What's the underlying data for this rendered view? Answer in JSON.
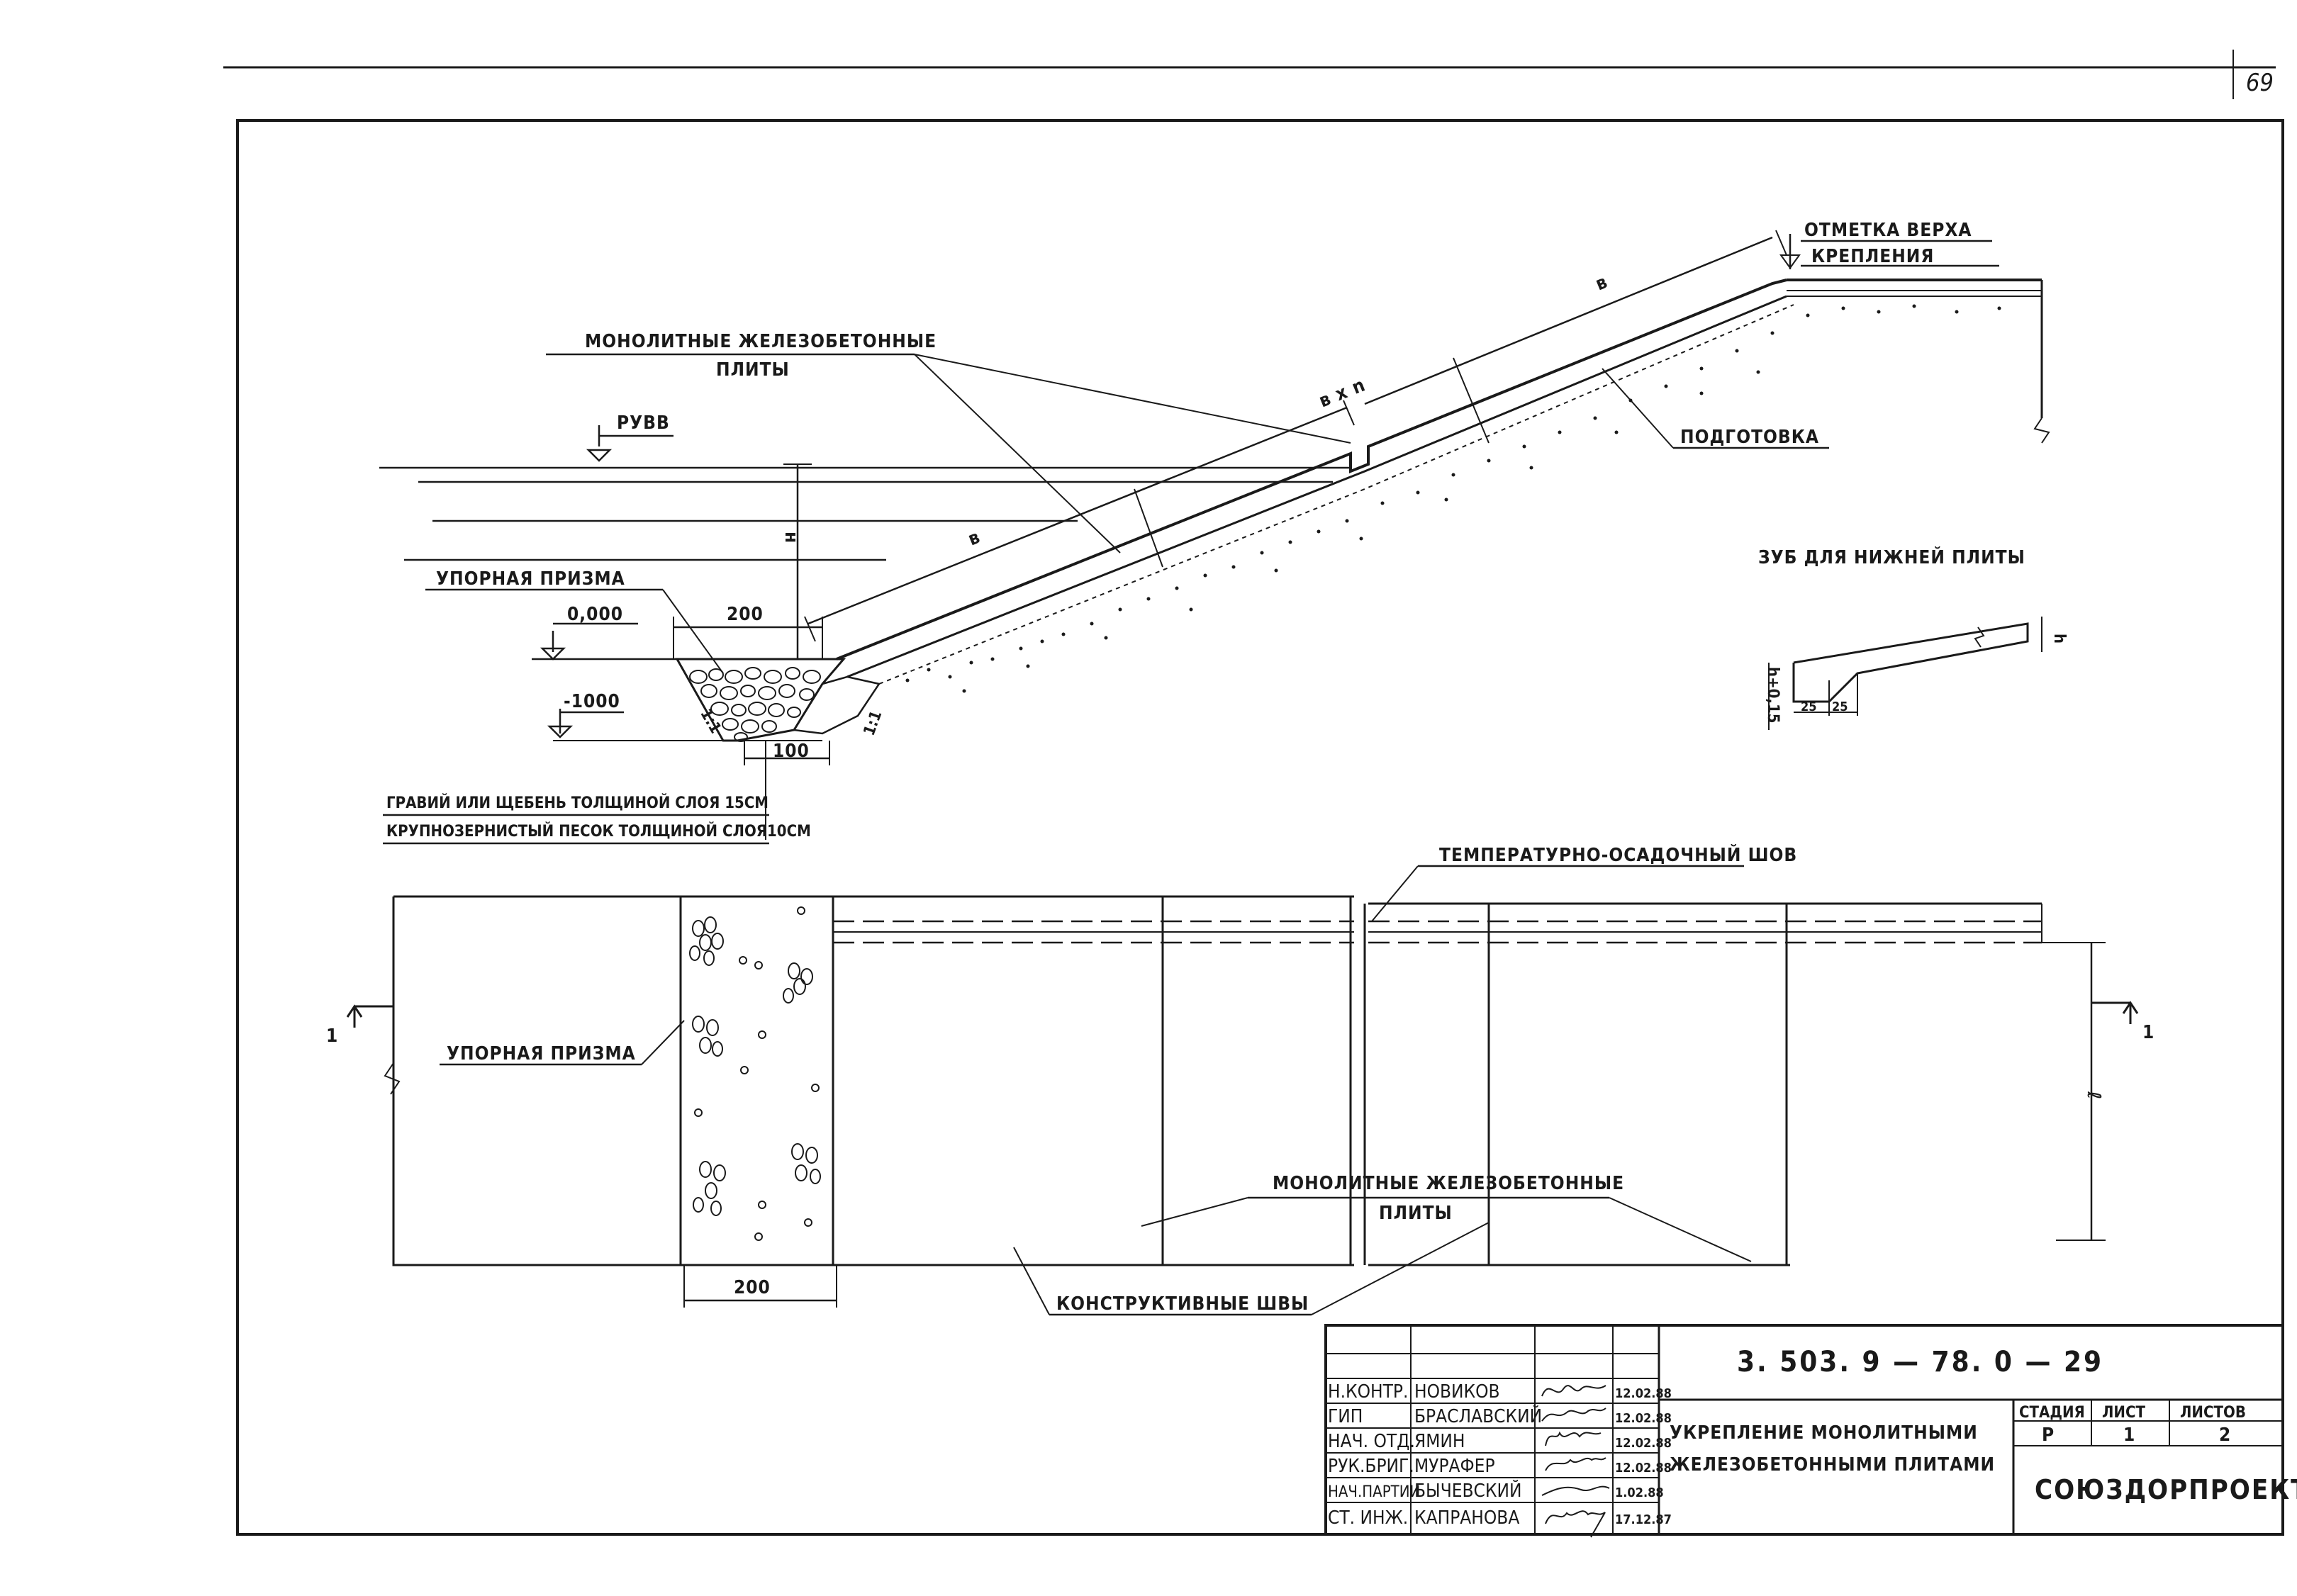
{
  "page_number": "69",
  "section": {
    "top_mark_line1": "ОТМЕТКА ВЕРХА",
    "top_mark_line2": "КРЕПЛЕНИЯ",
    "slabs_line1": "МОНОЛИТНЫЕ ЖЕЛЕЗОБЕТОННЫЕ",
    "slabs_line2": "ПЛИТЫ",
    "water_level": "РУВВ",
    "prep": "ПОДГОТОВКА",
    "tooth_title": "ЗУБ ДЛЯ НИЖНЕЙ ПЛИТЫ",
    "thrust_prism": "УПОРНАЯ ПРИЗМА",
    "elev_zero": "0,000",
    "elev_minus": "-1000",
    "dim_200": "200",
    "dim_100": "100",
    "dim_b": "в",
    "dim_bn": "в x n",
    "dim_h": "н",
    "slope_left": "1:1",
    "slope_right": "1:1",
    "gravel": "ГРАВИЙ ИЛИ ЩЕБЕНЬ ТОЛЩИНОЙ СЛОЯ 15СМ",
    "sand": "КРУПНОЗЕРНИСТЫЙ ПЕСОК ТОЛЩИНОЙ СЛОЯ10СМ"
  },
  "tooth": {
    "dim_h": "h",
    "dim_h015": "h+0,15",
    "dim_25a": "25",
    "dim_25b": "25"
  },
  "plan": {
    "temp_joint": "ТЕМПЕРАТУРНО-ОСАДОЧНЫЙ ШОВ",
    "thrust_prism": "УПОРНАЯ ПРИЗМА",
    "slabs_line1": "МОНОЛИТНЫЕ ЖЕЛЕЗОБЕТОННЫЕ",
    "slabs_line2": "ПЛИТЫ",
    "constr_joints": "КОНСТРУКТИВНЫЕ ШВЫ",
    "dim_200": "200",
    "dim_l": "ℓ",
    "cut_left": "1",
    "cut_right": "1"
  },
  "title_block": {
    "doc_code": "3. 503. 9 — 78. 0 — 29",
    "title_line1": "УКРЕПЛЕНИЕ МОНОЛИТНЫМИ",
    "title_line2": "ЖЕЛЕЗОБЕТОННЫМИ ПЛИТАМИ",
    "stage_label": "СТАДИЯ",
    "sheet_label": "ЛИСТ",
    "sheets_label": "ЛИСТОВ",
    "stage": "Р",
    "sheet": "1",
    "sheets": "2",
    "org": "СОЮЗДОРПРОЕКТ",
    "rows": [
      {
        "role": "Н.КОНТР.",
        "name": "НОВИКОВ",
        "date": "12.02.88"
      },
      {
        "role": "ГИП",
        "name": "БРАСЛАВСКИЙ",
        "date": "12.02.88"
      },
      {
        "role": "НАЧ. ОТД.",
        "name": "ЯМИН",
        "date": "12.02.88"
      },
      {
        "role": "РУК.БРИГ.",
        "name": "МУРАФЕР",
        "date": "12.02.88"
      },
      {
        "role": "НАЧ.ПАРТИИ",
        "name": "БЫЧЕВСКИЙ",
        "date": "1.02.88"
      },
      {
        "role": "СТ. ИНЖ.",
        "name": "КАПРАНОВА",
        "date": "17.12.87"
      }
    ]
  }
}
